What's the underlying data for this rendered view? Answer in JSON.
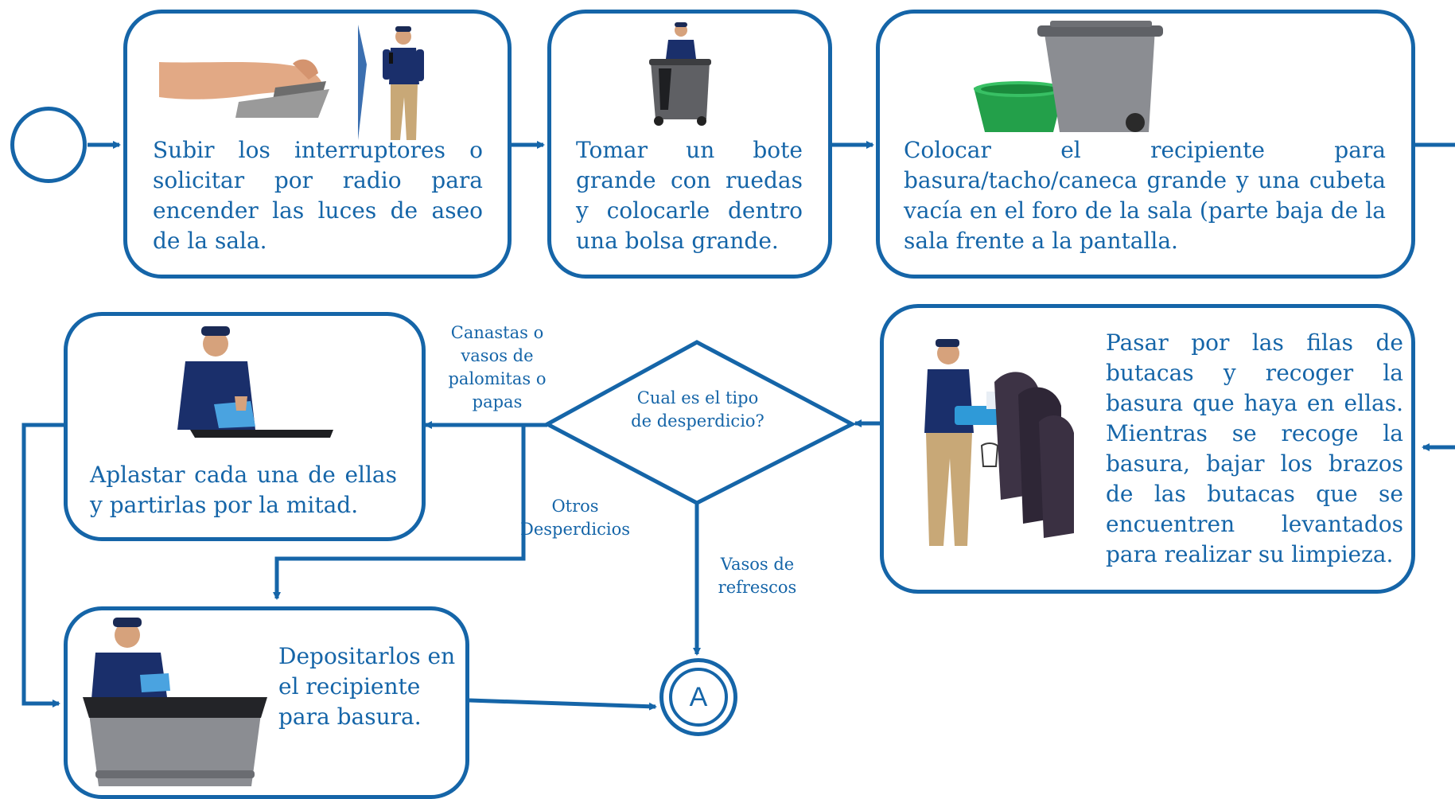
{
  "colors": {
    "accent": "#1565a8",
    "background": "#ffffff"
  },
  "steps": [
    {
      "id": "raise-switches",
      "text": "Subir los interruptores o solicitar por radio para encender las luces de aseo de la sala."
    },
    {
      "id": "take-bin",
      "text": "Tomar un bote grande con ruedas y colocarle dentro una bolsa grande."
    },
    {
      "id": "place-container",
      "text": "Colocar el recipiente para basura/tacho/caneca grande y una cubeta vacía en el foro de la sala (parte baja de la sala frente a la pantalla."
    },
    {
      "id": "walk-rows",
      "text": "Pasar por las filas de butacas y recoger la basura que haya en ellas. Mientras se recoge la basura, bajar los brazos de las butacas que se encuentren levantados para realizar su limpieza."
    },
    {
      "id": "crush-items",
      "text": "Aplastar cada una de ellas y partirlas por la mitad."
    },
    {
      "id": "deposit-items",
      "text": "Depositarlos en el recipiente para basura."
    }
  ],
  "decision": {
    "question": "Cual es el tipo de desperdicio?"
  },
  "branches": {
    "baskets": "Canastas o vasos de palomitas o papas",
    "other": "Otros Desperdicios",
    "cups": "Vasos de refrescos"
  },
  "connector": {
    "label": "A"
  },
  "icons": [
    "hand-trowel-icon",
    "worker-radio-icon",
    "worker-trash-bin-icon",
    "trash-can-bucket-icon",
    "worker-seats-icon",
    "worker-crushing-icon",
    "worker-depositing-icon"
  ]
}
